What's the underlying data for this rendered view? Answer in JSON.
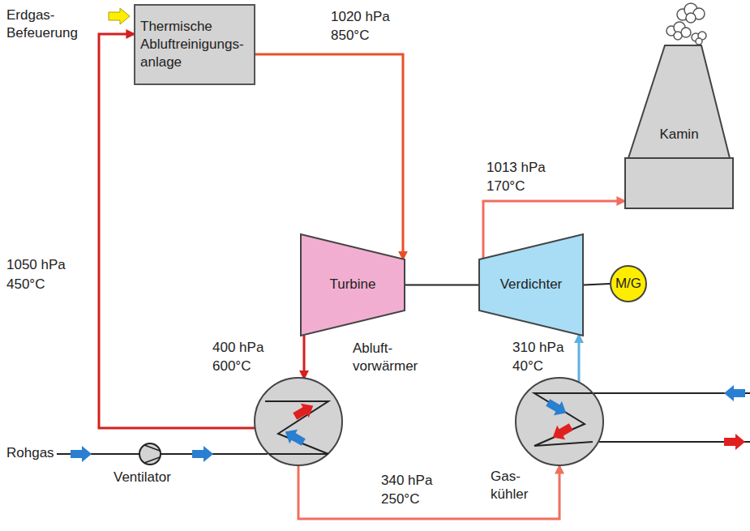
{
  "diagram": {
    "nodes": [
      {
        "text": [
          "Thermische Abluftreinigungs- anlage"
        ]
      },
      {
        "text": [
          "Kamin"
        ]
      },
      {
        "text": [
          "Turbine"
        ]
      },
      {
        "text": [
          "Verdichter"
        ]
      },
      {
        "text": [
          "M/G"
        ]
      },
      {
        "text": [
          "Abluft- vorwärmer"
        ]
      },
      {
        "text": [
          "Gas- kühler"
        ]
      }
    ],
    "edges": [
      {
        "from": 0,
        "to": 2,
        "arrow": "to"
      },
      {
        "from": 2,
        "to": 5,
        "arrow": "to"
      },
      {
        "from": 5,
        "to": 6,
        "arrow": "to"
      },
      {
        "from": 6,
        "to": 3,
        "arrow": "to"
      },
      {
        "from": 3,
        "to": 1,
        "arrow": "to"
      },
      {
        "from": 5,
        "to": 0,
        "arrow": "to"
      },
      {
        "from": 2,
        "to": 3,
        "arrow": "none"
      },
      {
        "from": 3,
        "to": 4,
        "arrow": "none"
      }
    ],
    "labels": [
      "Erdgas- Befeuerung",
      "1020 hPa",
      "850°C",
      "1013 hPa",
      "170°C",
      "1050 hPa",
      "450°C",
      "400 hPa",
      "600°C",
      "310 hPa",
      "40°C",
      "Rohgas",
      "Ventilator",
      "340 hPa",
      "250°C"
    ]
  }
}
